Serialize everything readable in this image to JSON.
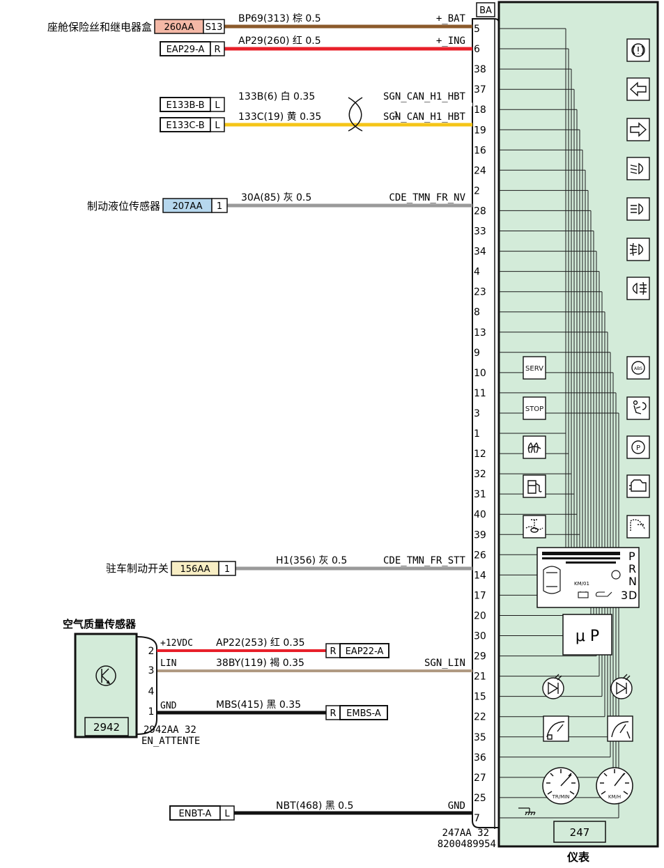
{
  "instrument": {
    "title": "仪表",
    "connector_id": "247AA",
    "connector_ways": "32",
    "part_number": "8200489954",
    "cluster_label": "247",
    "ba_label": "BA"
  },
  "pins": [
    "5",
    "6",
    "38",
    "37",
    "18",
    "19",
    "16",
    "24",
    "2",
    "28",
    "33",
    "34",
    "4",
    "23",
    "8",
    "13",
    "9",
    "10",
    "11",
    "3",
    "1",
    "12",
    "32",
    "31",
    "40",
    "39",
    "26",
    "14",
    "17",
    "20",
    "30",
    "29",
    "21",
    "15",
    "22",
    "35",
    "36",
    "27",
    "25",
    "7"
  ],
  "external": [
    {
      "name": "座舱保险丝和继电器盒",
      "code": "260AA",
      "pin": "S13",
      "color": "#f4b8a6"
    },
    {
      "name": "",
      "code": "EAP29-A",
      "pin": "R",
      "color": "#ffffff"
    },
    {
      "name": "",
      "code": "E133B-B",
      "pin": "L",
      "color": "#ffffff"
    },
    {
      "name": "",
      "code": "E133C-B",
      "pin": "L",
      "color": "#ffffff"
    },
    {
      "name": "制动液位传感器",
      "code": "207AA",
      "pin": "1",
      "color": "#b6d7ee"
    },
    {
      "name": "驻车制动开关",
      "code": "156AA",
      "pin": "1",
      "color": "#f8eec4"
    },
    {
      "name": "",
      "code": "ENBT-A",
      "pin": "L",
      "color": "#ffffff"
    }
  ],
  "wires": [
    {
      "label": "BP69(313) 棕 0.5",
      "signal": "+_BAT",
      "color": "#8b5a2b"
    },
    {
      "label": "AP29(260) 红 0.5",
      "signal": "+_ING",
      "color": "#e8202a"
    },
    {
      "label": "133B(6) 白 0.35",
      "signal": "SGN_CAN_H1_HBT",
      "color": "#ffffff"
    },
    {
      "label": "133C(19) 黄 0.35",
      "signal": "SGN_CAN_H1_HBT",
      "color": "#f5c518"
    },
    {
      "label": "30A(85) 灰 0.5",
      "signal": "CDE_TMN_FR_NV",
      "color": "#9a9a9a"
    },
    {
      "label": "H1(356) 灰 0.5",
      "signal": "CDE_TMN_FR_STT",
      "color": "#9a9a9a"
    },
    {
      "label": "38BY(119) 褐 0.35",
      "signal": "SGN_LIN",
      "color": "#b09a82"
    },
    {
      "label": "NBT(468) 黑 0.5",
      "signal": "GND",
      "color": "#111111"
    }
  ],
  "can_overlap_mark": "1",
  "air_sensor": {
    "title": "空气质量传感器",
    "id": "2942",
    "connector": "2942AA 32",
    "note": "EN_ATTENTE",
    "pins": [
      "2",
      "3",
      "4",
      "1"
    ],
    "pin_labels": [
      "+12VDC",
      "LIN",
      "GND"
    ],
    "wires": [
      {
        "label": "AP22(253) 红 0.35",
        "code": "EAP22-A",
        "pin": "R",
        "color": "#e8202a"
      },
      {
        "label": "MBS(415) 黑 0.35",
        "code": "EMBS-A",
        "pin": "R",
        "color": "#111111"
      }
    ]
  },
  "cluster_labels": {
    "serv": "SERV",
    "stop": "STOP",
    "micro": "μ P",
    "gears": [
      "P",
      "R",
      "N",
      "3",
      "D"
    ],
    "lcd_km": "KM/01",
    "gauge_rpm": "TR/MIN",
    "gauge_speed": "KM/H"
  },
  "colors": {
    "panel": "#d3ebd9",
    "panel_border": "#111111",
    "lines": "#1a1a1a"
  }
}
